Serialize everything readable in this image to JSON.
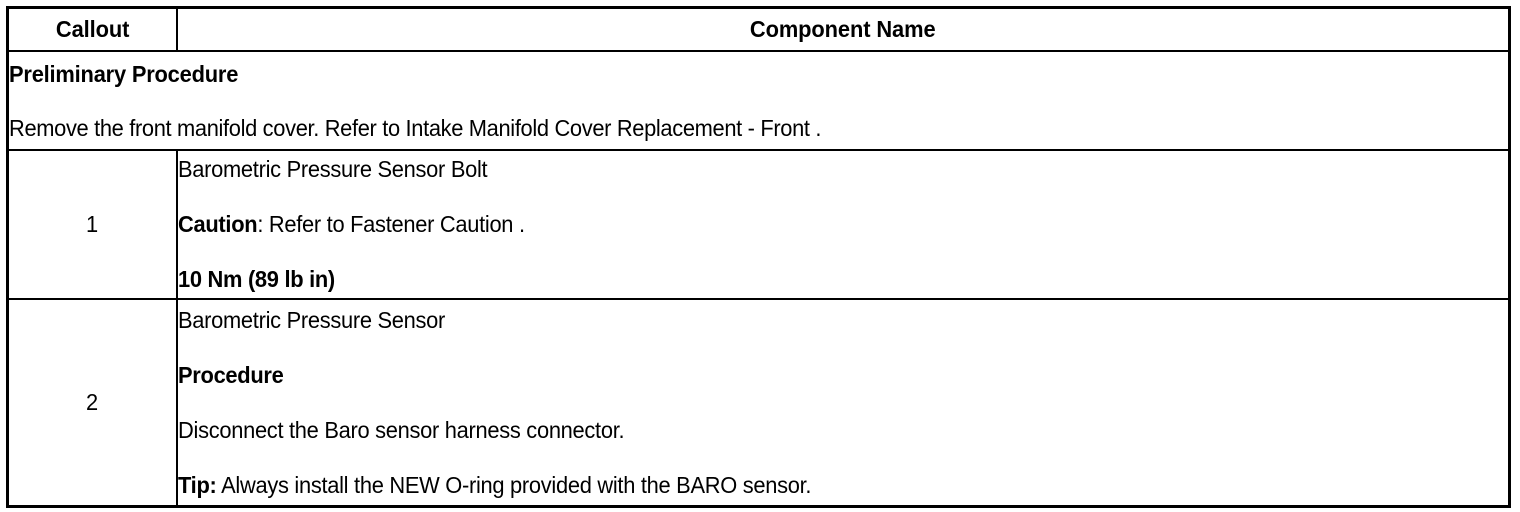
{
  "table": {
    "headers": {
      "callout": "Callout",
      "component_name": "Component Name"
    },
    "preliminary": {
      "title": "Preliminary Procedure",
      "body": "Remove the front manifold cover. Refer to Intake Manifold Cover Replacement - Front ."
    },
    "rows": [
      {
        "callout": "1",
        "lines": [
          {
            "text": "Barometric Pressure Sensor Bolt",
            "style": "normal"
          },
          {
            "bold_prefix": "Caution",
            "rest": ": Refer to Fastener Caution .",
            "style": "mixed"
          },
          {
            "text": "10 Nm (89 lb in)",
            "style": "bold"
          }
        ]
      },
      {
        "callout": "2",
        "lines": [
          {
            "text": "Barometric Pressure Sensor",
            "style": "normal"
          },
          {
            "text": "Procedure",
            "style": "bold"
          },
          {
            "text": "Disconnect the Baro sensor harness connector.",
            "style": "normal"
          },
          {
            "bold_prefix": "Tip:",
            "rest": " Always install the NEW O-ring provided with the BARO sensor.",
            "style": "mixed"
          }
        ]
      }
    ]
  },
  "colors": {
    "border": "#000000",
    "text": "#000000",
    "background": "#ffffff"
  }
}
